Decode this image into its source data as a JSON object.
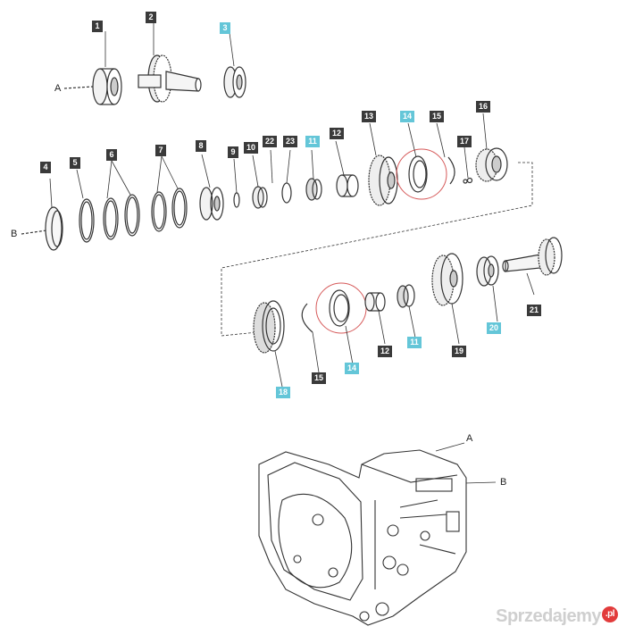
{
  "diagram": {
    "letters": {
      "a": "A",
      "b": "B"
    },
    "parts": [
      {
        "key": "p1",
        "label": "1",
        "style": "dark"
      },
      {
        "key": "p2",
        "label": "2",
        "style": "dark"
      },
      {
        "key": "p3",
        "label": "3",
        "style": "blue"
      },
      {
        "key": "p4",
        "label": "4",
        "style": "dark"
      },
      {
        "key": "p5",
        "label": "5",
        "style": "dark"
      },
      {
        "key": "p6",
        "label": "6",
        "style": "dark"
      },
      {
        "key": "p7",
        "label": "7",
        "style": "dark"
      },
      {
        "key": "p8",
        "label": "8",
        "style": "dark"
      },
      {
        "key": "p9",
        "label": "9",
        "style": "dark"
      },
      {
        "key": "p10",
        "label": "10",
        "style": "dark"
      },
      {
        "key": "p22",
        "label": "22",
        "style": "dark"
      },
      {
        "key": "p23",
        "label": "23",
        "style": "dark"
      },
      {
        "key": "p11a",
        "label": "11",
        "style": "blue"
      },
      {
        "key": "p12a",
        "label": "12",
        "style": "dark"
      },
      {
        "key": "p13",
        "label": "13",
        "style": "dark"
      },
      {
        "key": "p14a",
        "label": "14",
        "style": "blue"
      },
      {
        "key": "p15a",
        "label": "15",
        "style": "dark"
      },
      {
        "key": "p16",
        "label": "16",
        "style": "dark"
      },
      {
        "key": "p17",
        "label": "17",
        "style": "dark"
      },
      {
        "key": "p21",
        "label": "21",
        "style": "dark"
      },
      {
        "key": "p20",
        "label": "20",
        "style": "blue"
      },
      {
        "key": "p19",
        "label": "19",
        "style": "dark"
      },
      {
        "key": "p11b",
        "label": "11",
        "style": "blue"
      },
      {
        "key": "p12b",
        "label": "12",
        "style": "dark"
      },
      {
        "key": "p14b",
        "label": "14",
        "style": "blue"
      },
      {
        "key": "p15b",
        "label": "15",
        "style": "dark"
      },
      {
        "key": "p18",
        "label": "18",
        "style": "blue"
      }
    ],
    "colors": {
      "tag_dark": "#3a3a3a",
      "tag_blue": "#64c6d8",
      "highlight_ring": "#d65a5a",
      "line": "#333333"
    }
  },
  "watermark": {
    "text": "Sprzedajemy",
    "suffix": ".pl"
  }
}
